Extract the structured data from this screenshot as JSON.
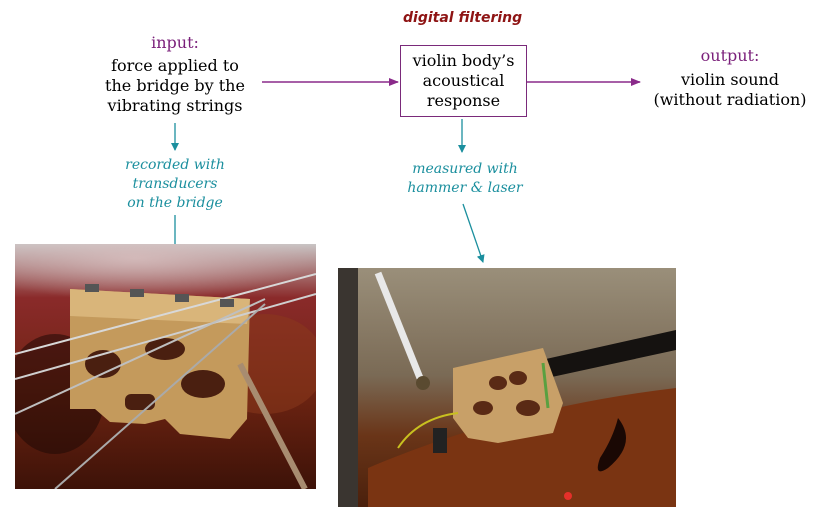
{
  "diagram": {
    "title": "digital filtering",
    "input": {
      "heading": "input:",
      "lines": [
        "force applied to",
        "the bridge by the",
        "vibrating strings"
      ]
    },
    "filter_box": {
      "lines": [
        "violin body’s",
        "acoustical",
        "response"
      ]
    },
    "output": {
      "heading": "output:",
      "lines": [
        "violin sound",
        "(without radiation)"
      ]
    },
    "input_note": {
      "lines": [
        "recorded with",
        "transducers",
        "on the bridge"
      ]
    },
    "filter_note": {
      "lines": [
        "measured with",
        "hammer & laser"
      ]
    }
  },
  "colors": {
    "heading": "#7a1f7a",
    "title": "#8e1414",
    "teal": "#1b8f9e",
    "arrow_purple": "#8a2a8a"
  },
  "images": {
    "left_photo": "violin bridge with transducers (photo)",
    "right_photo": "violin bridge measured with hammer and laser (photo)"
  }
}
